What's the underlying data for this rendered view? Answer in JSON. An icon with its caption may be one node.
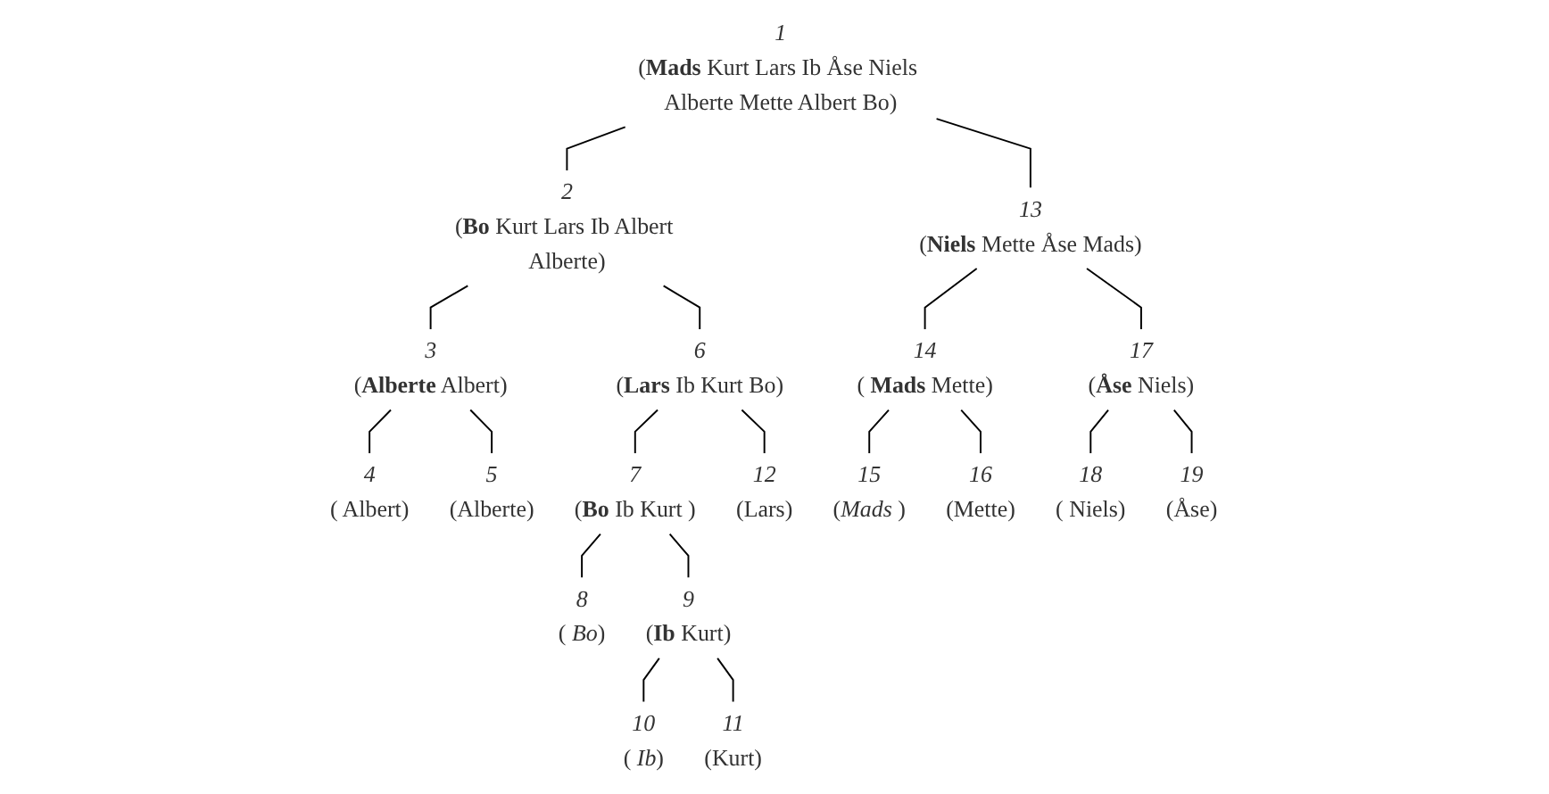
{
  "diagram": {
    "nodes": [
      {
        "text": [
          "(**Mads** Kurt Lars Ib Åse Niels Alberte Mette Albert Bo)"
        ],
        "beside": [
          "1"
        ]
      },
      {
        "text": [
          "(**Bo** Kurt Lars Ib Albert Alberte)"
        ],
        "beside": [
          "2"
        ]
      },
      {
        "text": [
          "(**Alberte** Albert)"
        ],
        "beside": [
          "3"
        ]
      },
      {
        "text": [
          "( Albert)"
        ],
        "beside": [
          "4"
        ]
      },
      {
        "text": [
          "(Alberte)"
        ],
        "beside": [
          "5"
        ]
      },
      {
        "text": [
          "(**Lars** Ib Kurt Bo)"
        ],
        "beside": [
          "6"
        ]
      },
      {
        "text": [
          "(**Bo** Ib Kurt )"
        ],
        "beside": [
          "7"
        ]
      },
      {
        "text": [
          "( *Bo*)"
        ],
        "beside": [
          "8"
        ]
      },
      {
        "text": [
          "(**Ib** Kurt)"
        ],
        "beside": [
          "9"
        ]
      },
      {
        "text": [
          "( *Ib*)"
        ],
        "beside": [
          "10"
        ]
      },
      {
        "text": [
          "(Kurt)"
        ],
        "beside": [
          "11"
        ]
      },
      {
        "text": [
          "(Lars)"
        ],
        "beside": [
          "12"
        ]
      },
      {
        "text": [
          "(**Niels** Mette Åse Mads)"
        ],
        "beside": [
          "13"
        ]
      },
      {
        "text": [
          "( **Mads** Mette)"
        ],
        "beside": [
          "14"
        ]
      },
      {
        "text": [
          "(*Mads* )"
        ],
        "beside": [
          "15"
        ]
      },
      {
        "text": [
          "(Mette)"
        ],
        "beside": [
          "16"
        ]
      },
      {
        "text": [
          "(**Åse** Niels)"
        ],
        "beside": [
          "17"
        ]
      },
      {
        "text": [
          "( Niels)"
        ],
        "beside": [
          "18"
        ]
      },
      {
        "text": [
          "(Åse)"
        ],
        "beside": [
          "19"
        ]
      }
    ],
    "edges": [
      {
        "from": 0,
        "to": 1,
        "arrow": "none"
      },
      {
        "from": 0,
        "to": 12,
        "arrow": "none"
      },
      {
        "from": 1,
        "to": 2,
        "arrow": "none"
      },
      {
        "from": 1,
        "to": 5,
        "arrow": "none"
      },
      {
        "from": 2,
        "to": 3,
        "arrow": "none"
      },
      {
        "from": 2,
        "to": 4,
        "arrow": "none"
      },
      {
        "from": 5,
        "to": 6,
        "arrow": "none"
      },
      {
        "from": 5,
        "to": 11,
        "arrow": "none"
      },
      {
        "from": 6,
        "to": 7,
        "arrow": "none"
      },
      {
        "from": 6,
        "to": 8,
        "arrow": "none"
      },
      {
        "from": 8,
        "to": 9,
        "arrow": "none"
      },
      {
        "from": 8,
        "to": 10,
        "arrow": "none"
      },
      {
        "from": 12,
        "to": 13,
        "arrow": "none"
      },
      {
        "from": 12,
        "to": 16,
        "arrow": "none"
      },
      {
        "from": 13,
        "to": 14,
        "arrow": "none"
      },
      {
        "from": 13,
        "to": 15,
        "arrow": "none"
      },
      {
        "from": 16,
        "to": 17,
        "arrow": "none"
      },
      {
        "from": 16,
        "to": 18,
        "arrow": "none"
      }
    ]
  }
}
